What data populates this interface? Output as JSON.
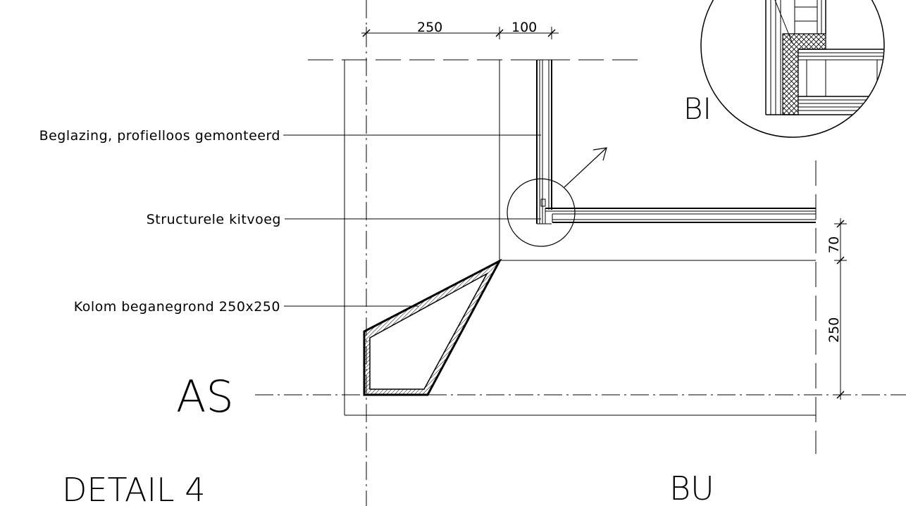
{
  "title": "DETAIL 4",
  "axes": {
    "horizontal": "AS",
    "vertical": "BU"
  },
  "dimensions": {
    "top_left": "250",
    "top_right": "100",
    "right_upper": "70",
    "right_lower": "250"
  },
  "annotations": {
    "glazing": "Beglazing, profielloos gemonteerd",
    "sealant": "Structurele kitvoeg",
    "column": "Kolom beganegrond 250x250"
  },
  "detail_callout": "BI",
  "colors": {
    "line": "#000000",
    "background": "#ffffff"
  }
}
